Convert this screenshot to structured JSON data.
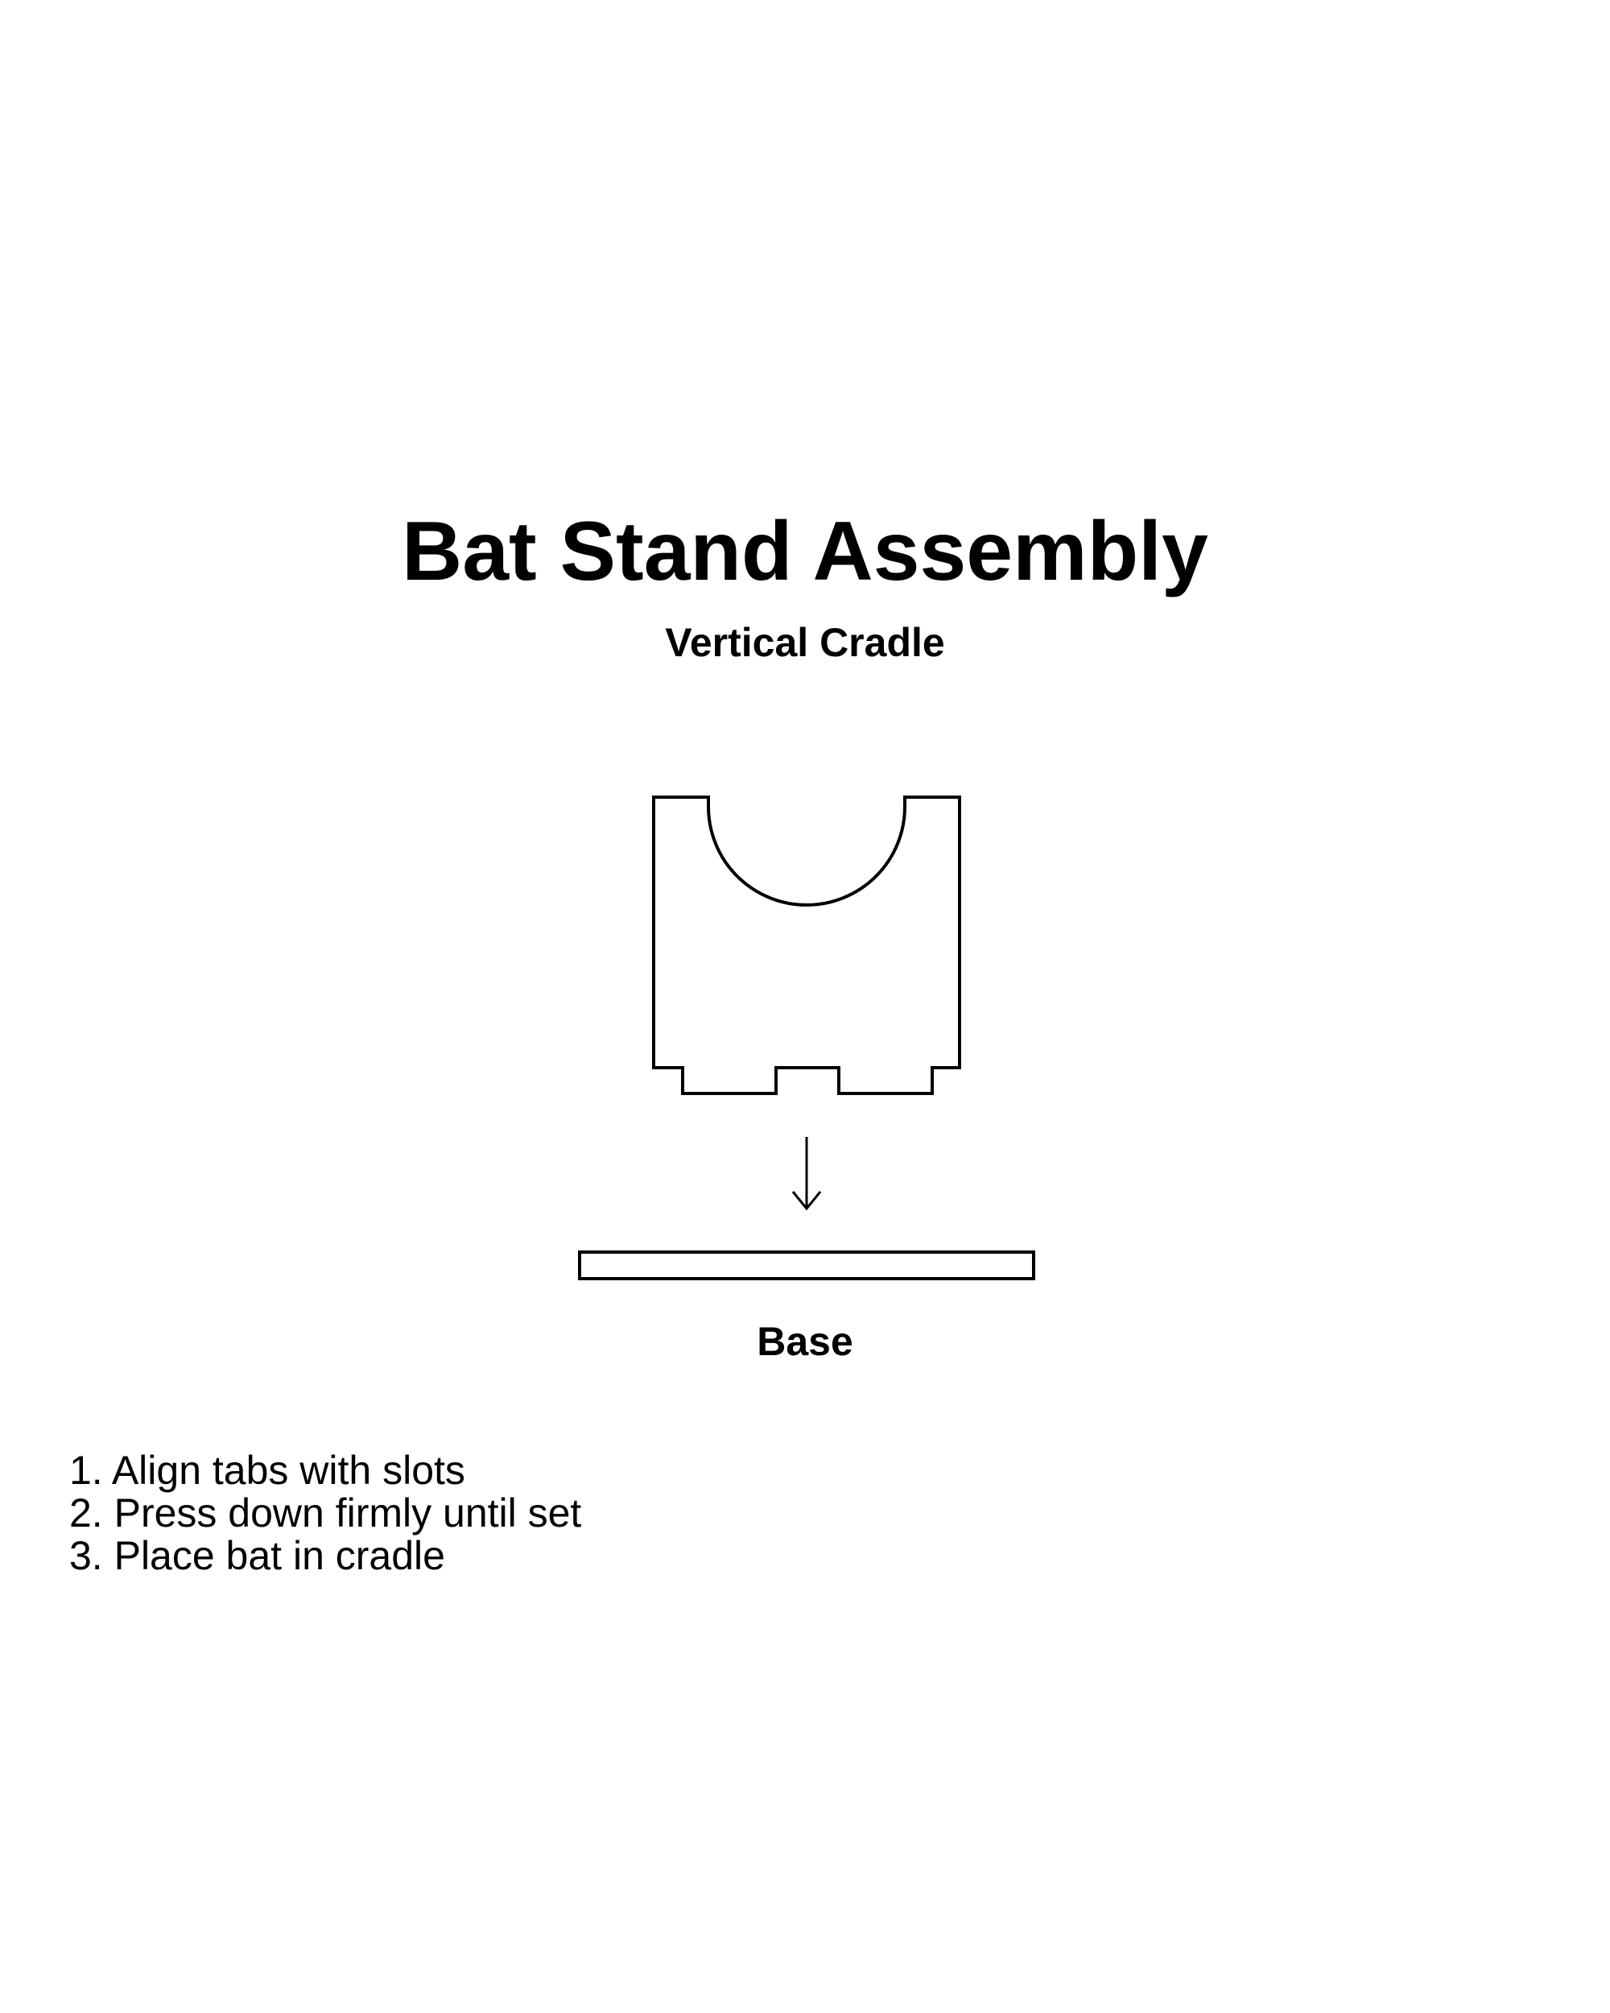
{
  "title": "Bat Stand Assembly",
  "subtitle": "Vertical Cradle",
  "parts": {
    "cradle": "cradle-piece",
    "base_label": "Base"
  },
  "arrow_glyph": "↓",
  "steps": [
    "1. Align tabs with slots",
    "2. Press down firmly until set",
    "3. Place bat in cradle"
  ],
  "colors": {
    "stroke": "#000000",
    "background": "#ffffff"
  }
}
